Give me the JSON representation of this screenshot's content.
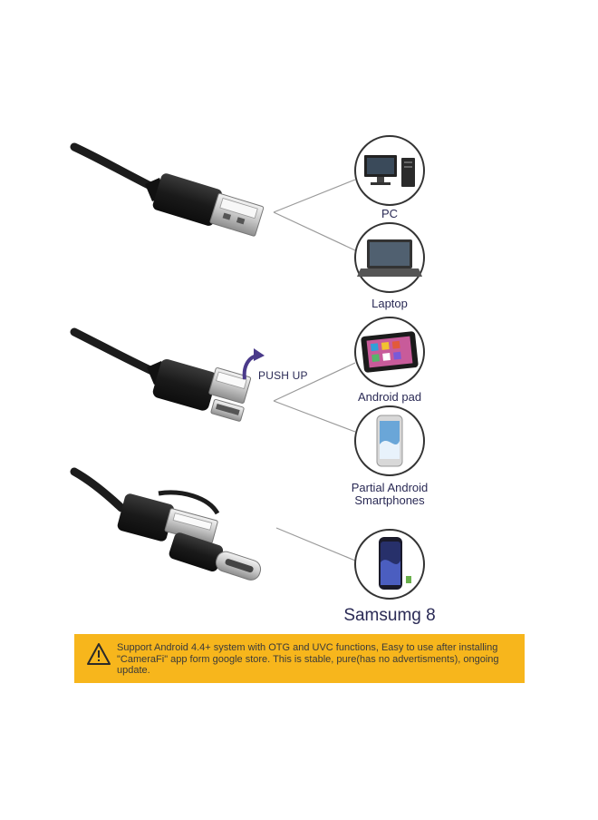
{
  "devices": [
    {
      "name": "PC",
      "icon": "desktop-pc-icon"
    },
    {
      "name": "Laptop",
      "icon": "laptop-icon"
    },
    {
      "name": "Android pad",
      "icon": "tablet-icon"
    },
    {
      "name": "Partial Android Smartphones",
      "icon": "smartphone-icon"
    },
    {
      "name": "Samsumg 8",
      "icon": "samsung-phone-icon"
    }
  ],
  "labels": {
    "pc": "PC",
    "laptop": "Laptop",
    "android_pad": "Android pad",
    "smartphones_line1": "Partial Android",
    "smartphones_line2": "Smartphones",
    "samsung": "Samsumg 8",
    "push_up": "PUSH UP"
  },
  "banner": {
    "text": "Support Android 4.4+ system with OTG and UVC functions, Easy to use after installing \"CameraFi\" app form google store. This is stable, pure(has no advertisments), ongoing update.",
    "background": "#f7b61c",
    "icon": "warning-triangle-icon"
  },
  "colors": {
    "label_text": "#2a2a55",
    "cable": "#1c1c1c",
    "arrow": "#4a3a8a"
  }
}
